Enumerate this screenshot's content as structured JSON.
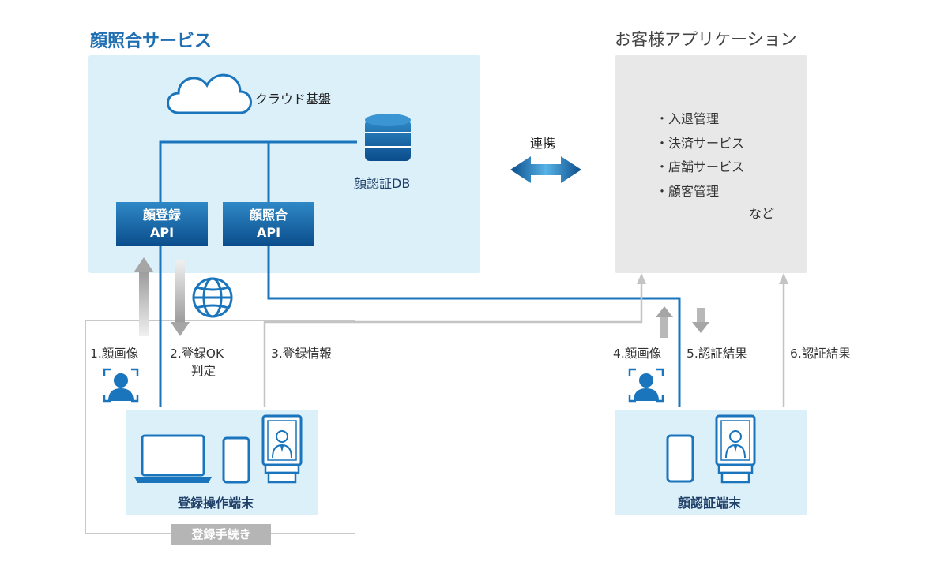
{
  "face_service": {
    "title": "顔照合サービス",
    "cloud_label": "クラウド基盤",
    "db_label": "顔認証DB",
    "api_register": {
      "line1": "顔登録",
      "line2": "API"
    },
    "api_match": {
      "line1": "顔照合",
      "line2": "API"
    }
  },
  "customer_app": {
    "title": "お客様アプリケーション",
    "items": [
      "・入退管理",
      "・決済サービス",
      "・店舗サービス",
      "・顧客管理"
    ],
    "etc": "など"
  },
  "link_label": "連携",
  "steps": {
    "s1": "1.顔画像",
    "s2_line1": "2.登録OK",
    "s2_line2": "判定",
    "s3": "3.登録情報",
    "s4": "4.顔画像",
    "s5": "5.認証結果",
    "s6": "6.認証結果"
  },
  "registration_terminal": {
    "label": "登録操作端末"
  },
  "registration_procedure": "登録手続き",
  "auth_terminal": {
    "label": "顔認証端末"
  },
  "colors": {
    "service_bg": "#dcf0fa",
    "customer_bg": "#e8e8e8",
    "accent_blue": "#1a75bc",
    "title_blue": "#1f6fb2",
    "gray_arrow": "#b0b0b0"
  }
}
